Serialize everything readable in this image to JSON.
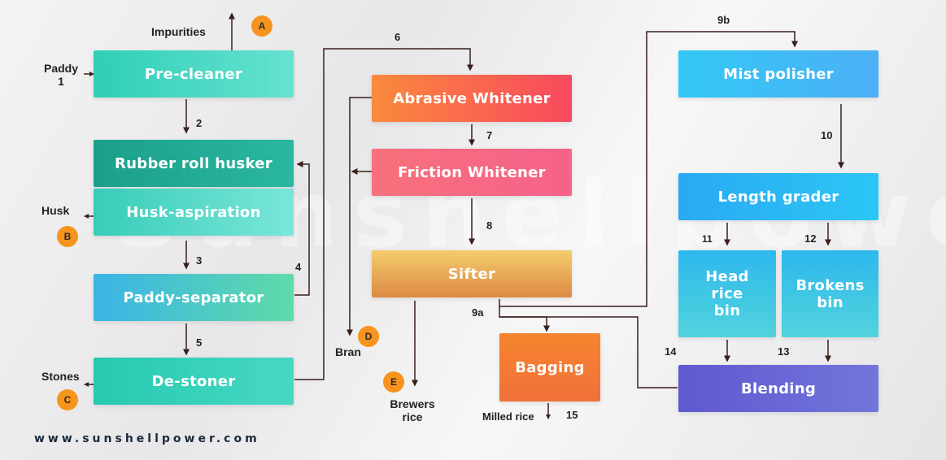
{
  "website": "www.sunshellpower.com",
  "watermark": "Sunshellpower",
  "boxes": [
    {
      "id": "pre-cleaner",
      "label": "Pre-cleaner"
    },
    {
      "id": "rubber-roll-husker",
      "label": "Rubber roll husker"
    },
    {
      "id": "husk-aspiration",
      "label": "Husk-aspiration"
    },
    {
      "id": "paddy-separator",
      "label": "Paddy-separator"
    },
    {
      "id": "de-stoner",
      "label": "De-stoner"
    },
    {
      "id": "abrasive-whitener",
      "label": "Abrasive Whitener"
    },
    {
      "id": "friction-whitener",
      "label": "Friction Whitener"
    },
    {
      "id": "sifter",
      "label": "Sifter"
    },
    {
      "id": "bagging",
      "label": "Bagging"
    },
    {
      "id": "mist-polisher",
      "label": "Mist polisher"
    },
    {
      "id": "length-grader",
      "label": "Length grader"
    },
    {
      "id": "head-rice-bin",
      "label": "Head\nrice\nbin"
    },
    {
      "id": "brokens-bin",
      "label": "Brokens\nbin"
    },
    {
      "id": "blending",
      "label": "Blending"
    }
  ],
  "labels": {
    "paddy": "Paddy\n1",
    "impurities": "Impurities",
    "husk": "Husk",
    "stones": "Stones",
    "bran": "Bran",
    "brewers_rice": "Brewers\nrice",
    "milled_rice": "Milled rice"
  },
  "step_numbers": {
    "s2": "2",
    "s3": "3",
    "s4": "4",
    "s5": "5",
    "s6": "6",
    "s7": "7",
    "s8": "8",
    "s9a": "9a",
    "s9b": "9b",
    "s10": "10",
    "s11": "11",
    "s12": "12",
    "s13": "13",
    "s14": "14",
    "s15": "15"
  },
  "badges": {
    "a": "A",
    "b": "B",
    "c": "C",
    "d": "D",
    "e": "E"
  },
  "colors": {
    "arrow": "#3a1f1b",
    "badge": "#f7941d",
    "teal": "#3fd3bd",
    "teal_dark": "#1aa791",
    "orange_red": "#fa4f5d",
    "pink": "#f66d84",
    "sifter": "#f2c768",
    "blue": "#3ab7f7",
    "purple": "#6a6ad4"
  }
}
